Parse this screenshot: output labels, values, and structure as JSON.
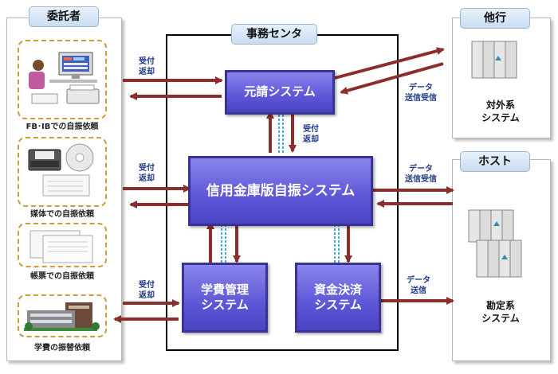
{
  "itakusha": {
    "title": "委託者",
    "items": [
      {
        "label": "FB･IBでの自振依頼"
      },
      {
        "label": "媒体での自振依頼"
      },
      {
        "label": "帳票での自振依頼"
      },
      {
        "label": "学費の振替依頼"
      }
    ]
  },
  "center": {
    "title": "事務センタ",
    "systems": {
      "motouke": "元請システム",
      "shinkin": "信用金庫版自振システム",
      "gakuhi": "学費管理\nシステム",
      "shikin": "資金決済\nシステム"
    }
  },
  "tako": {
    "title": "他行",
    "system_label": "対外系\nシステム"
  },
  "host": {
    "title": "ホスト",
    "system_label": "勘定系\nシステム"
  },
  "arrow_labels": {
    "uketsuke_henkyaku": "受付\n返却",
    "data_soushin_jushin": "データ\n送信受信",
    "data_soushin": "データ\n送信"
  },
  "colors": {
    "arrow": "#8b2e2e",
    "system_box": "#5d56d6",
    "dashed_link": "#4aa8e0",
    "client_border": "#d19a3c"
  }
}
